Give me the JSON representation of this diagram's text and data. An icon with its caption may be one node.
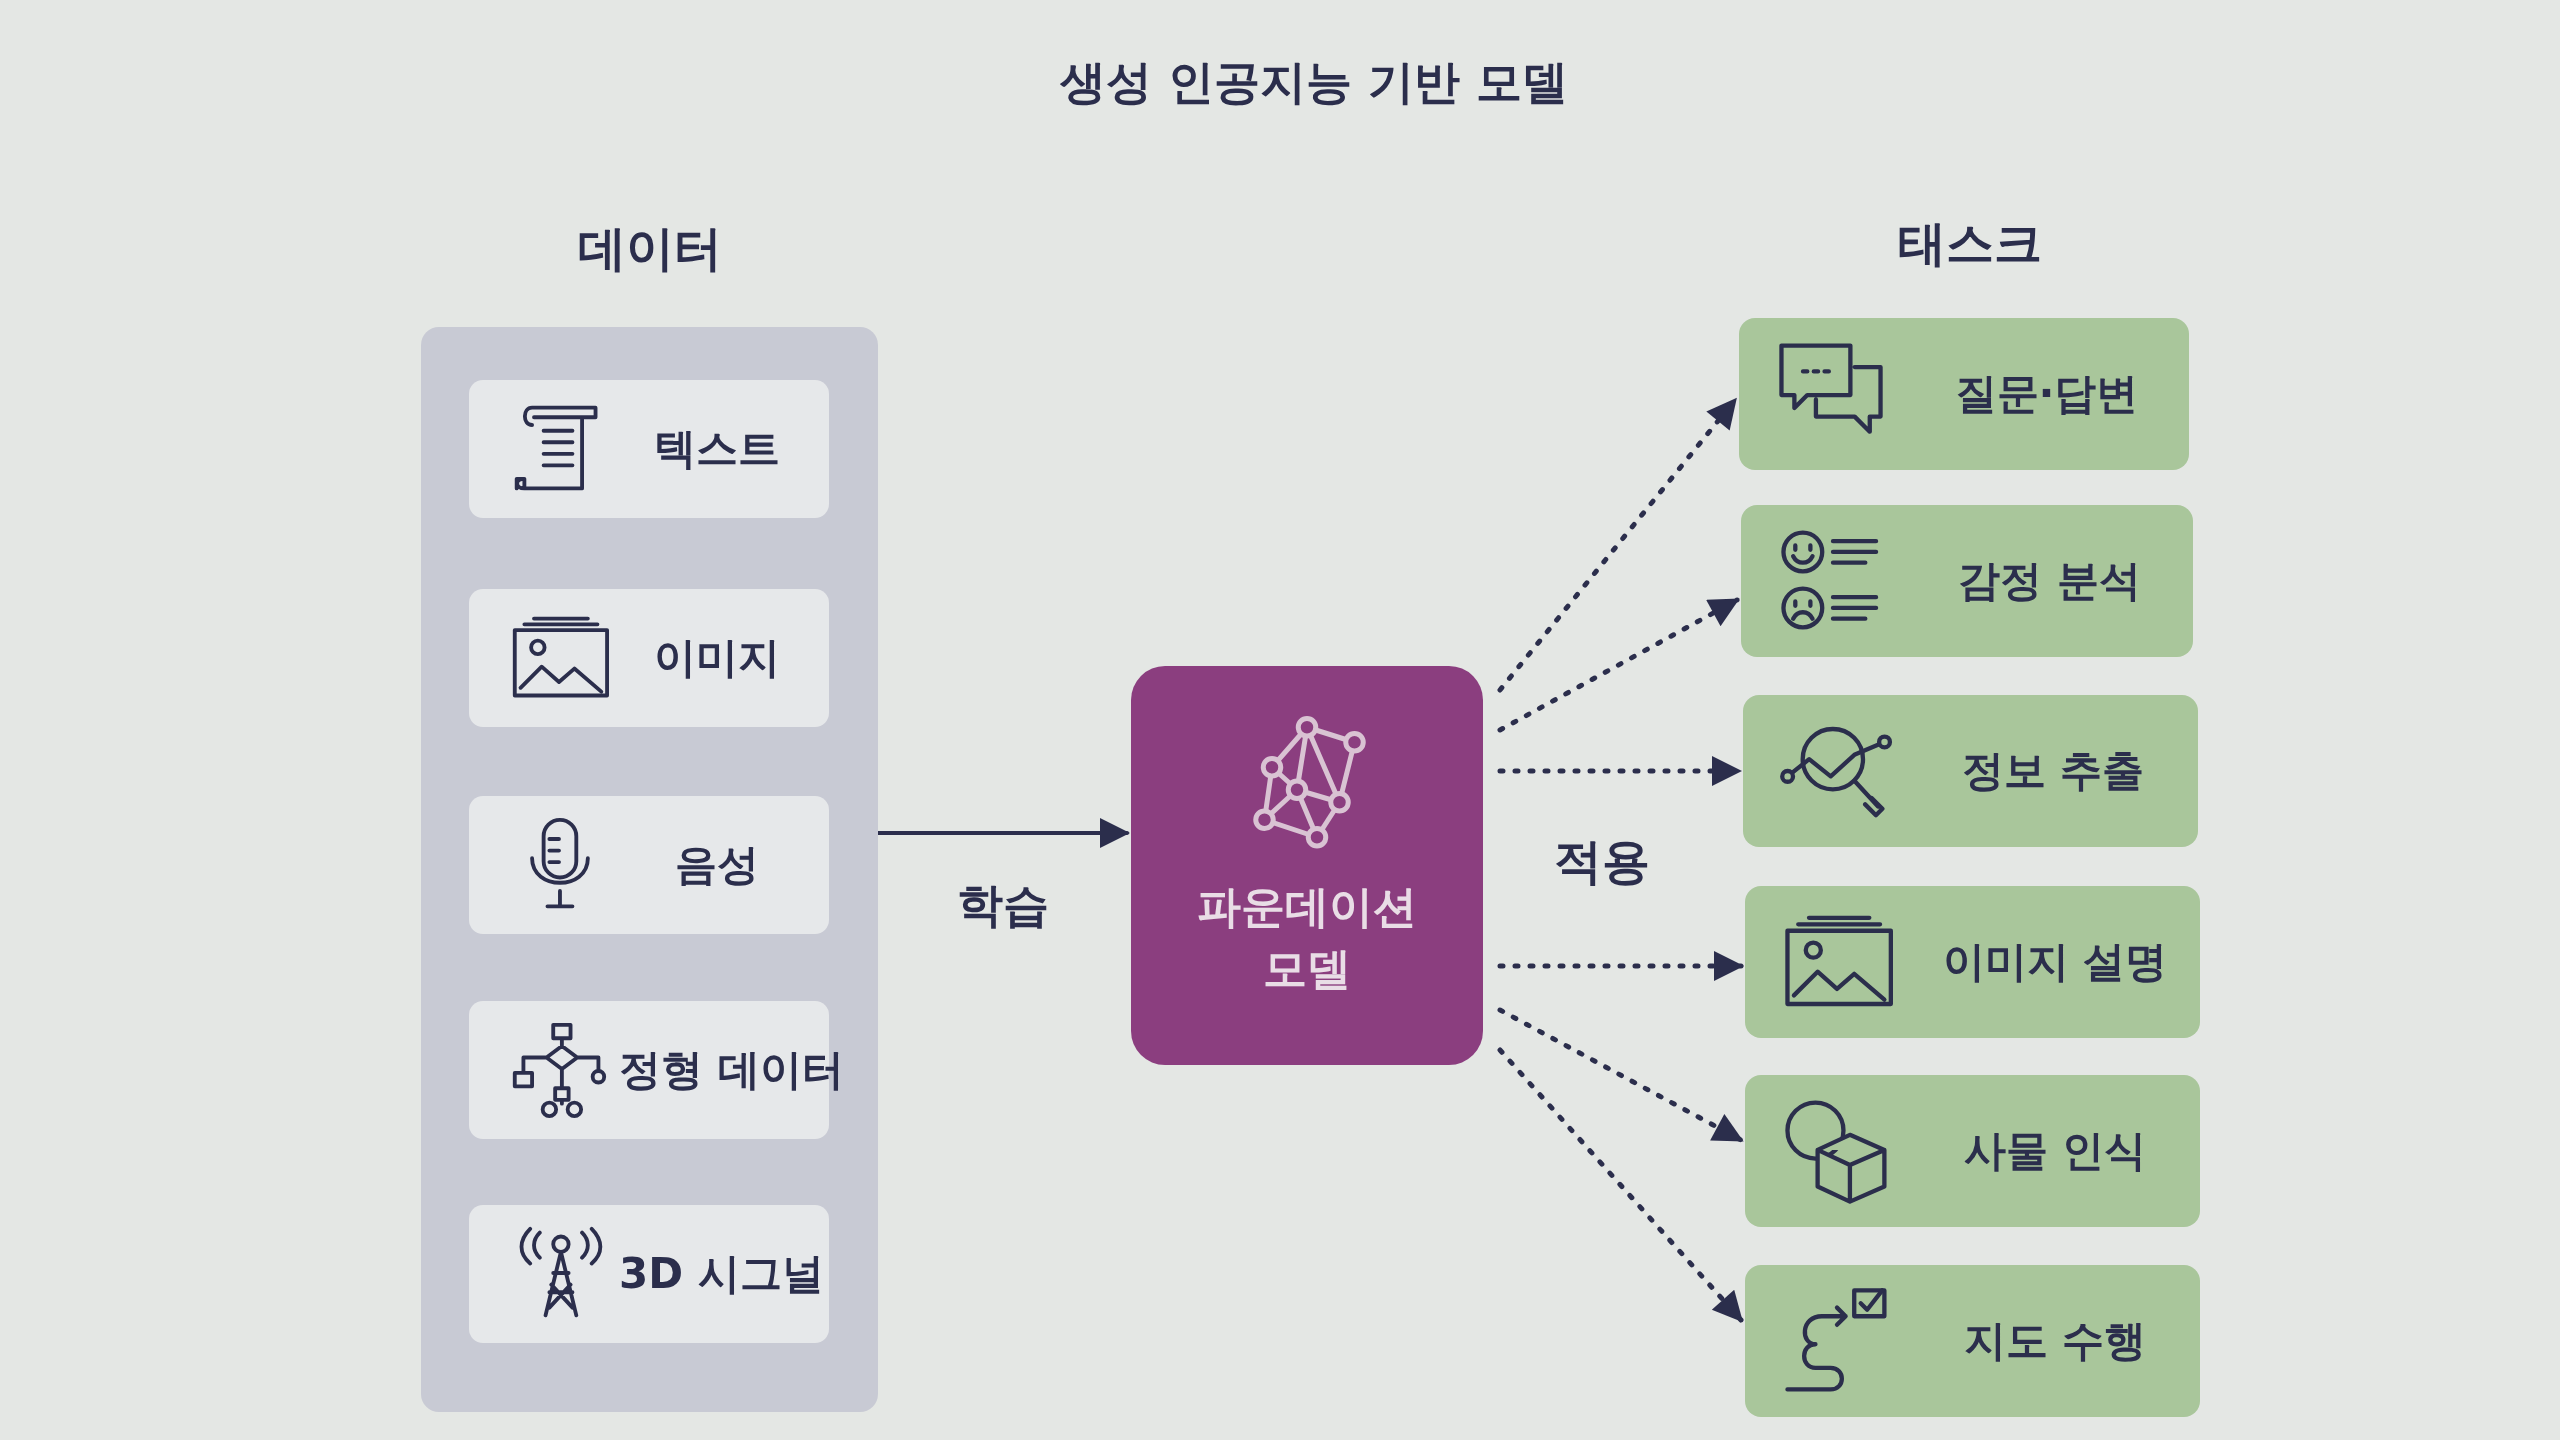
{
  "diagram": {
    "title": "생성 인공지능 기반 모델",
    "nodes": [
      {
        "text": [
          "데이터"
        ]
      },
      {
        "text": [
          "텍스트"
        ],
        "in": 0
      },
      {
        "text": [
          "이미지"
        ],
        "in": 0
      },
      {
        "text": [
          "음성"
        ],
        "in": 0
      },
      {
        "text": [
          "정형 데이터"
        ],
        "in": 0
      },
      {
        "text": [
          "3D 시그널"
        ],
        "in": 0
      },
      {
        "text": [
          "파운데이션 모델"
        ]
      },
      {
        "text": [
          "질문·답변"
        ]
      },
      {
        "text": [
          "감정 분석"
        ]
      },
      {
        "text": [
          "정보 추출"
        ]
      },
      {
        "text": [
          "이미지 설명"
        ]
      },
      {
        "text": [
          "사물 인식"
        ]
      },
      {
        "text": [
          "지도 수행"
        ]
      }
    ],
    "edges": [
      {
        "from": 0,
        "to": 6,
        "arrow": "to",
        "label": "학습"
      },
      {
        "from": 6,
        "to": 7,
        "arrow": "to",
        "style": "dashed"
      },
      {
        "from": 6,
        "to": 8,
        "arrow": "to",
        "style": "dashed"
      },
      {
        "from": 6,
        "to": 9,
        "arrow": "to",
        "style": "dashed"
      },
      {
        "from": 6,
        "to": 10,
        "arrow": "to",
        "style": "dashed"
      },
      {
        "from": 6,
        "to": 11,
        "arrow": "to",
        "style": "dashed"
      },
      {
        "from": 6,
        "to": 12,
        "arrow": "to",
        "style": "dashed"
      }
    ],
    "labels": [
      "태스크",
      "적용"
    ]
  }
}
